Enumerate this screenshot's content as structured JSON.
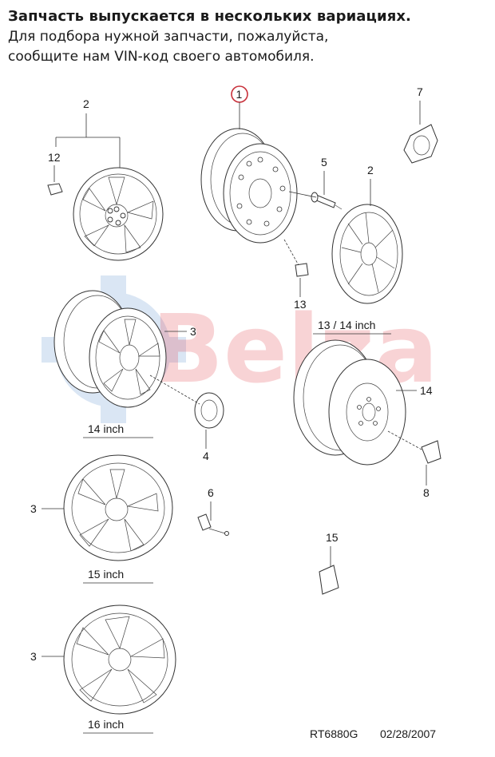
{
  "header": {
    "line1": "Запчасть выпускается в нескольких вариациях.",
    "line2": "Для подбора нужной запчасти, пожалуйста,",
    "line3": "сообщите нам VIN-код своего автомобиля."
  },
  "watermark": {
    "text": "Belza",
    "color": "#e33b45"
  },
  "labels": {
    "p1": "1",
    "p2a": "2",
    "p2b": "2",
    "p3a": "3",
    "p3b": "3",
    "p3c": "3",
    "p4": "4",
    "p5": "5",
    "p6": "6",
    "p7": "7",
    "p8": "8",
    "p12": "12",
    "p13": "13",
    "p14": "14",
    "p15": "15"
  },
  "captions": {
    "c1314": "13 / 14 inch",
    "c14": "14 inch",
    "c15": "15 inch",
    "c16": "16 inch"
  },
  "footer": {
    "code": "RT6880G",
    "date": "02/28/2007"
  }
}
